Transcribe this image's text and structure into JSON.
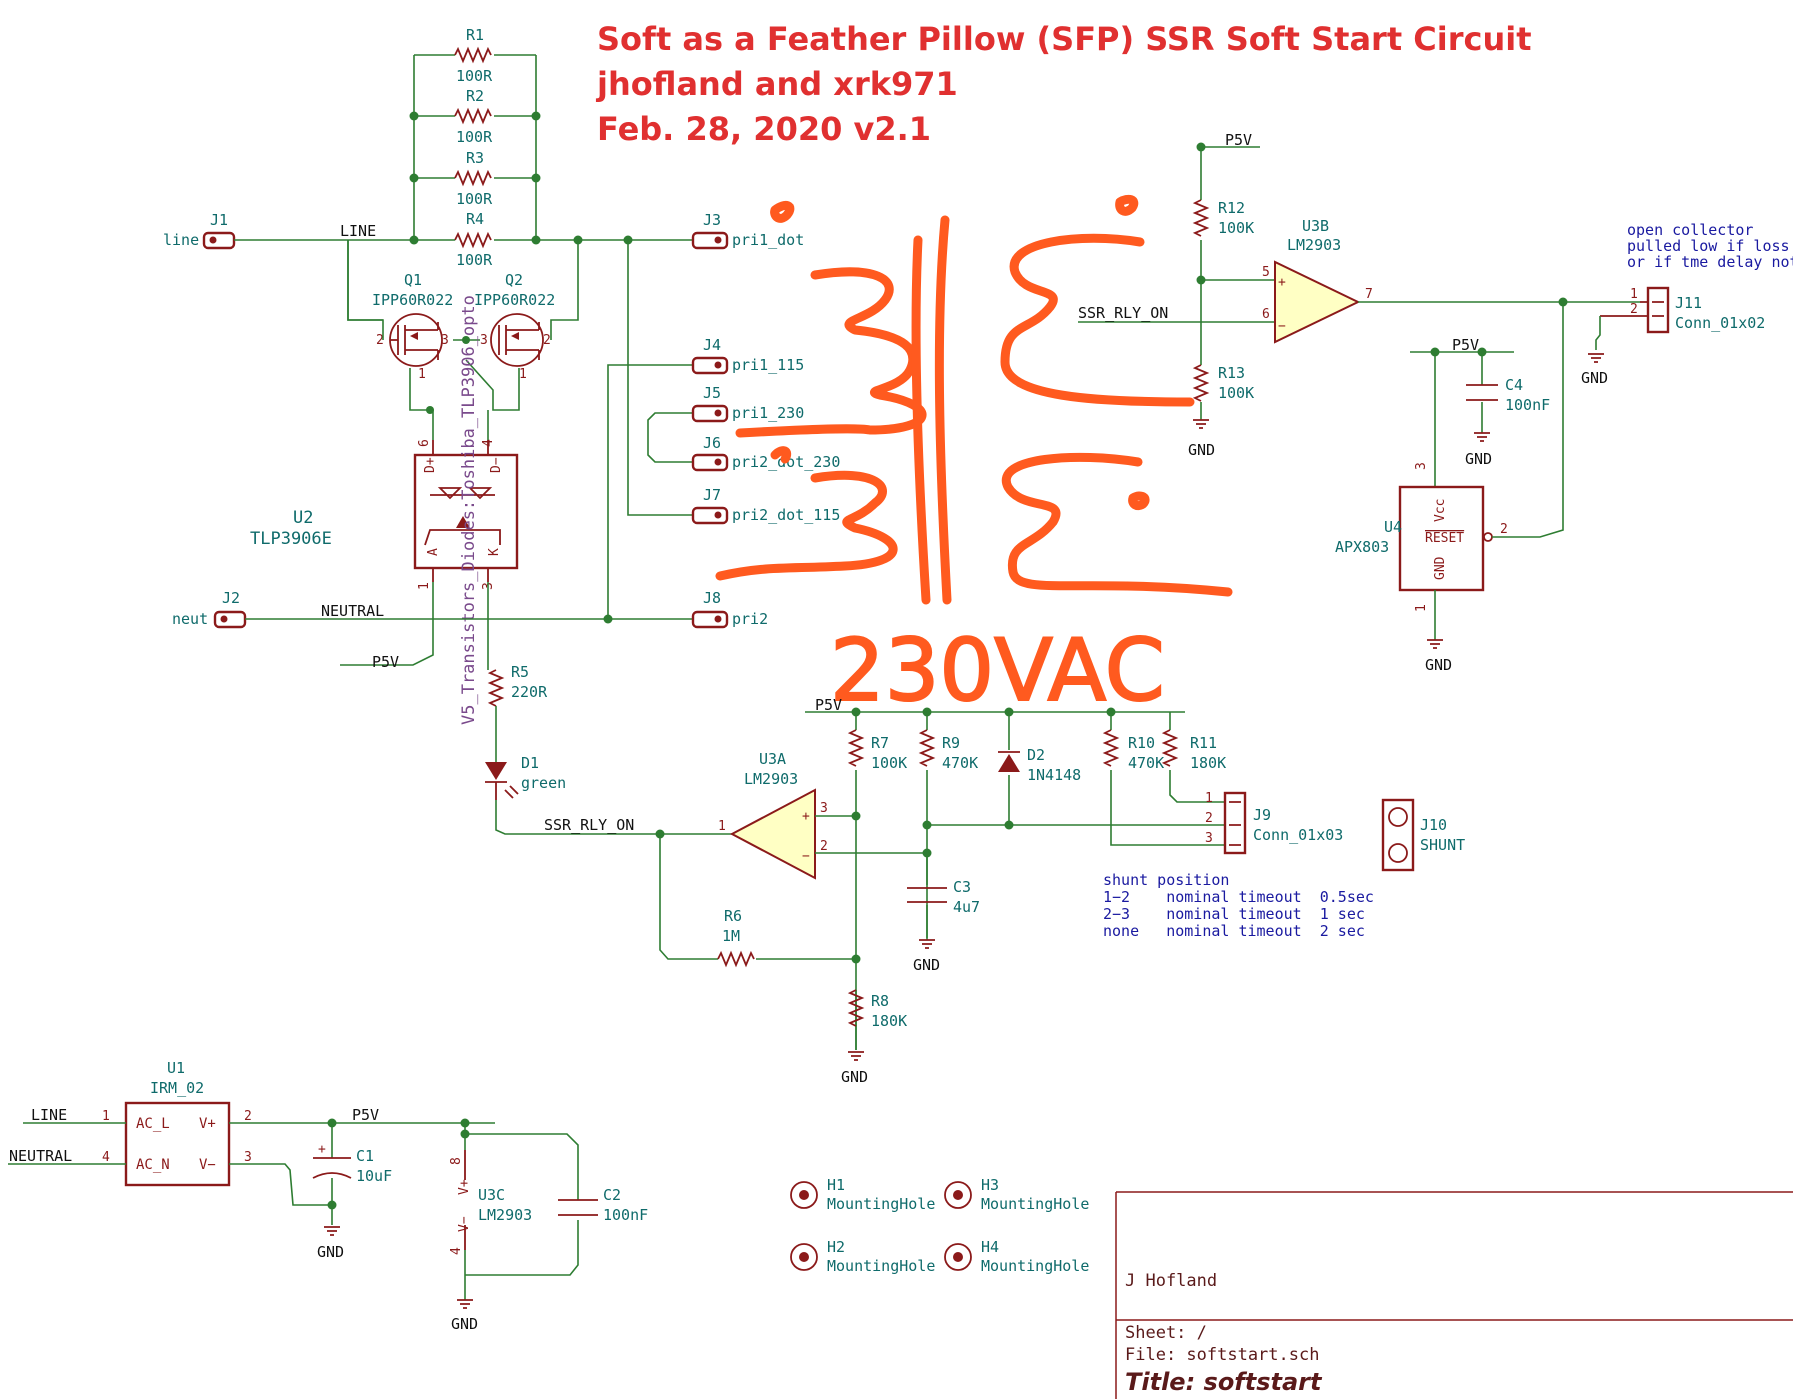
{
  "title": {
    "line1": "Soft as a Feather Pillow (SFP) SSR Soft Start Circuit",
    "line2": "jhofland and xrk971",
    "line3": "Feb. 28, 2020   v2.1",
    "color": "#e03030"
  },
  "handwritten_annotation": "230VAC",
  "resistors": {
    "R1": {
      "ref": "R1",
      "value": "100R"
    },
    "R2": {
      "ref": "R2",
      "value": "100R"
    },
    "R3": {
      "ref": "R3",
      "value": "100R"
    },
    "R4": {
      "ref": "R4",
      "value": "100R"
    },
    "R5": {
      "ref": "R5",
      "value": "220R"
    },
    "R6": {
      "ref": "R6",
      "value": "1M"
    },
    "R7": {
      "ref": "R7",
      "value": "100K"
    },
    "R8": {
      "ref": "R8",
      "value": "180K"
    },
    "R9": {
      "ref": "R9",
      "value": "470K"
    },
    "R10": {
      "ref": "R10",
      "value": "470K"
    },
    "R11": {
      "ref": "R11",
      "value": "180K"
    },
    "R12": {
      "ref": "R12",
      "value": "100K"
    },
    "R13": {
      "ref": "R13",
      "value": "100K"
    }
  },
  "capacitors": {
    "C1": {
      "ref": "C1",
      "value": "10uF"
    },
    "C2": {
      "ref": "C2",
      "value": "100nF"
    },
    "C3": {
      "ref": "C3",
      "value": "4u7"
    },
    "C4": {
      "ref": "C4",
      "value": "100nF"
    }
  },
  "transistors": {
    "Q1": {
      "ref": "Q1",
      "value": "IPP60R022"
    },
    "Q2": {
      "ref": "Q2",
      "value": "IPP60R022"
    }
  },
  "ics": {
    "U1": {
      "ref": "U1",
      "value": "IRM_02",
      "pins": {
        "acl": "AC_L",
        "acn": "AC_N",
        "vp": "V+",
        "vm": "V−"
      }
    },
    "U2": {
      "ref": "U2",
      "value": "TLP3906E",
      "footprint": "V5_Transistors_Diodes:Toshiba_TLP3906_opto",
      "pins": {
        "dp": "D+",
        "dm": "D−",
        "a": "A",
        "k": "K"
      }
    },
    "U3A": {
      "ref": "U3A",
      "value": "LM2903"
    },
    "U3B": {
      "ref": "U3B",
      "value": "LM2903"
    },
    "U3C": {
      "ref": "U3C",
      "value": "LM2903",
      "pins": {
        "vp": "V+",
        "vm": "V−"
      }
    },
    "U4": {
      "ref": "U4",
      "value": "APX803",
      "pins": {
        "vcc": "Vcc",
        "reset": "RESET",
        "gnd": "GND"
      }
    }
  },
  "diodes": {
    "D1": {
      "ref": "D1",
      "value": "green"
    },
    "D2": {
      "ref": "D2",
      "value": "1N4148"
    }
  },
  "connectors": {
    "J1": {
      "ref": "J1",
      "label": "line"
    },
    "J2": {
      "ref": "J2",
      "label": "neut"
    },
    "J3": {
      "ref": "J3",
      "label": "pri1_dot"
    },
    "J4": {
      "ref": "J4",
      "label": "pri1_115"
    },
    "J5": {
      "ref": "J5",
      "label": "pri1_230"
    },
    "J6": {
      "ref": "J6",
      "label": "pri2_dot_230"
    },
    "J7": {
      "ref": "J7",
      "label": "pri2_dot_115"
    },
    "J8": {
      "ref": "J8",
      "label": "pri2"
    },
    "J9": {
      "ref": "J9",
      "value": "Conn_01x03"
    },
    "J10": {
      "ref": "J10",
      "value": "SHUNT"
    },
    "J11": {
      "ref": "J11",
      "value": "Conn_01x02"
    }
  },
  "mounting_holes": [
    {
      "ref": "H1",
      "value": "MountingHole"
    },
    {
      "ref": "H2",
      "value": "MountingHole"
    },
    {
      "ref": "H3",
      "value": "MountingHole"
    },
    {
      "ref": "H4",
      "value": "MountingHole"
    }
  ],
  "nets": {
    "line": "LINE",
    "neutral": "NEUTRAL",
    "p5v": "P5V",
    "gnd": "GND",
    "ssr": "SSR_RLY_ON"
  },
  "pin_numbers": {
    "one": "1",
    "two": "2",
    "three": "3",
    "four": "4",
    "five": "5",
    "six": "6",
    "seven": "7",
    "eight": "8"
  },
  "notes": {
    "open_collector": [
      "open collector",
      "pulled low if loss of",
      "or if tme delay not t"
    ],
    "shunt": [
      "shunt position",
      "1−2    nominal timeout  0.5sec",
      "2−3    nominal timeout  1 sec",
      "none   nominal timeout  2 sec"
    ]
  },
  "title_block": {
    "author": "J Hofland",
    "sheet": "Sheet: /",
    "file": "File: softstart.sch",
    "title": "Title: softstart"
  },
  "colors": {
    "wire": "#2e7d32",
    "component": "#8b1a1a",
    "label": "#0f6b6b",
    "ic_fill": "#ffffc4",
    "annotation": "#ff5a1f"
  }
}
